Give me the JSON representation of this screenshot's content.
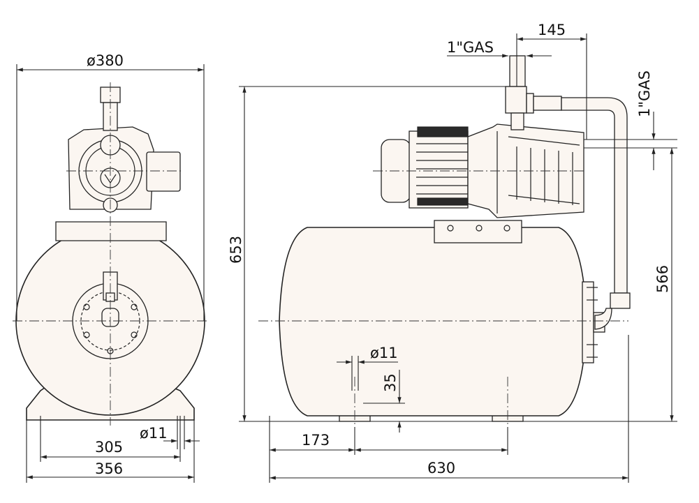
{
  "dimensions": {
    "front_diameter": "ø380",
    "front_width_305": "305",
    "front_width_356": "356",
    "front_hole": "ø11",
    "height_653": "653",
    "width_145": "145",
    "gas_outlet": "1\"GAS",
    "gas_inlet": "1\"GAS",
    "height_566": "566",
    "side_hole": "ø11",
    "foot_35": "35",
    "offset_173": "173",
    "length_630": "630"
  }
}
